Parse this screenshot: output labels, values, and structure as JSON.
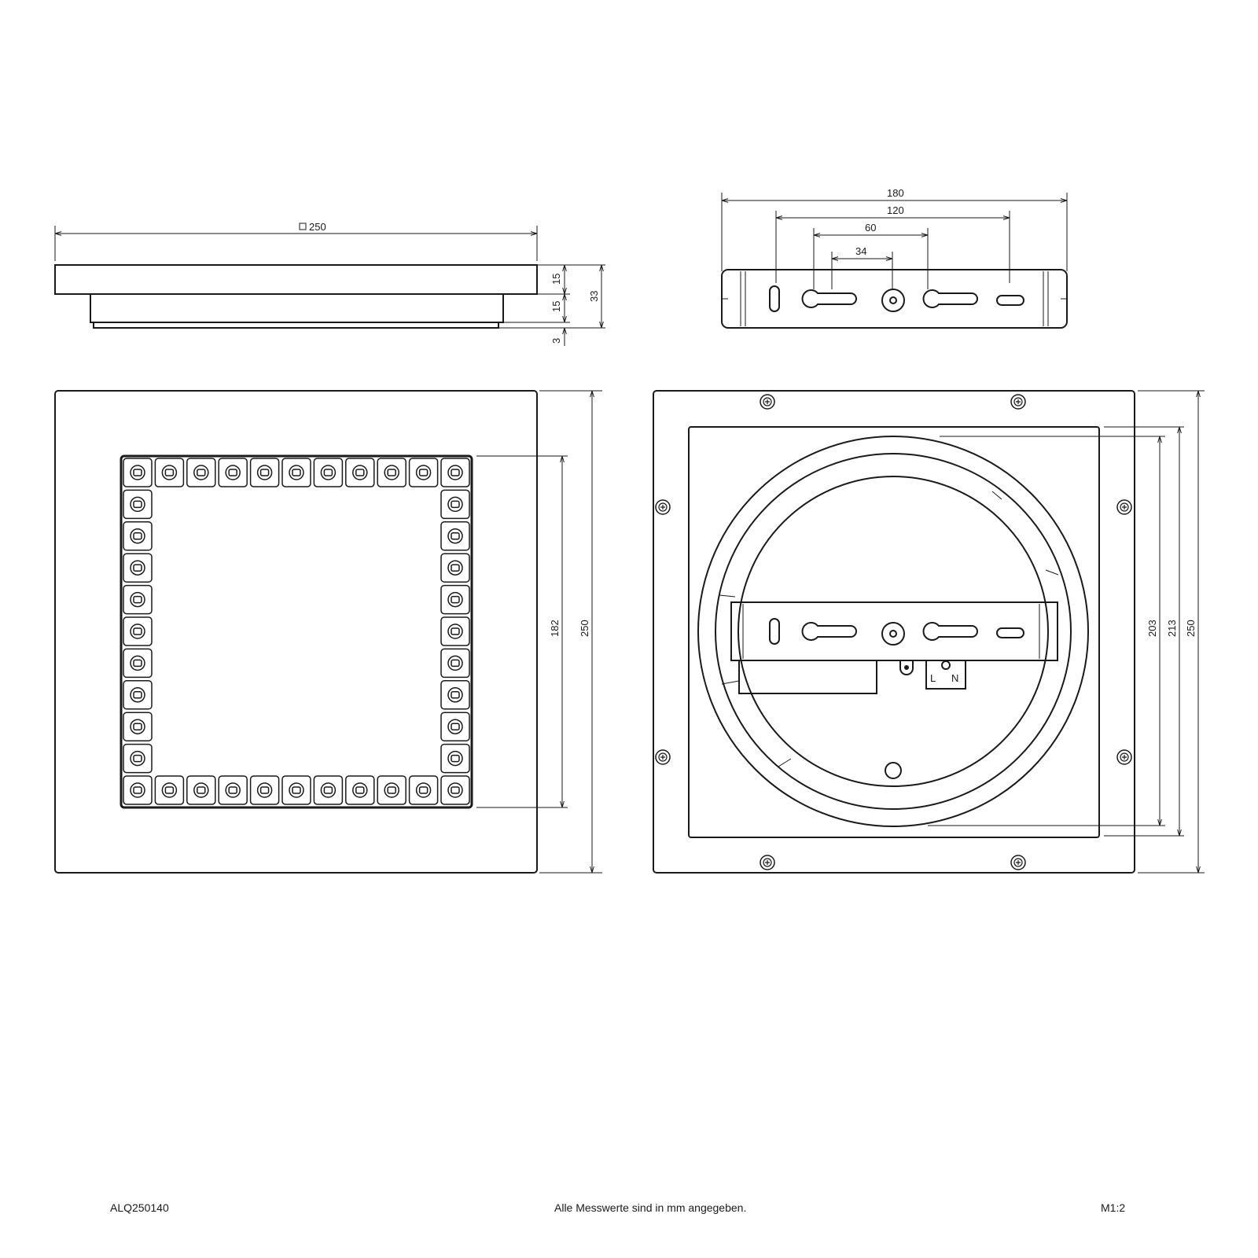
{
  "side_view": {
    "width_label": "250",
    "dims": [
      "15",
      "15",
      "33",
      "3"
    ]
  },
  "bracket_view": {
    "dims": [
      "180",
      "120",
      "60",
      "34"
    ]
  },
  "front_view": {
    "led_square_label": "182",
    "height_label": "250",
    "led_count_per_side": 11
  },
  "back_view": {
    "dims": [
      "203",
      "213",
      "250"
    ],
    "terminal_labels": [
      "L",
      "N"
    ]
  },
  "footer": {
    "article": "ALQ250140",
    "note": "Alle Messwerte sind in mm angegeben.",
    "scale": "M1:2"
  }
}
